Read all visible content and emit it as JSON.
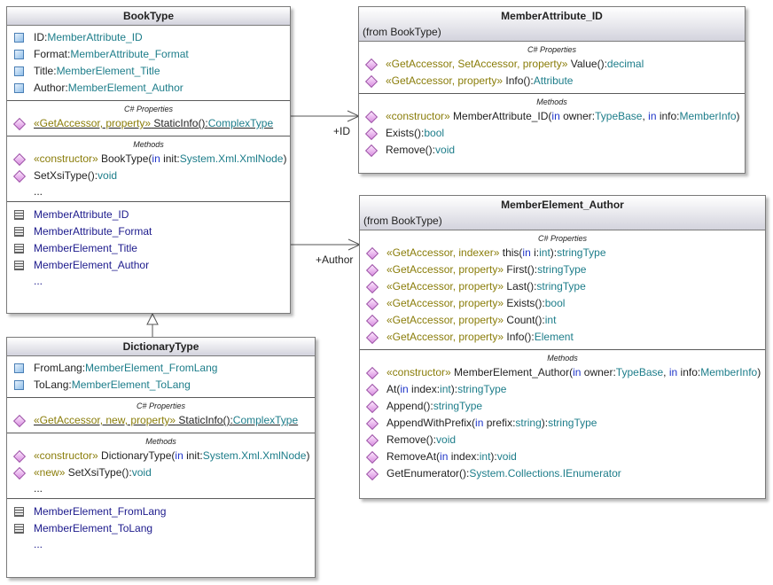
{
  "classes": {
    "booktype": {
      "title": "BookType",
      "attributes": [
        {
          "name": "ID:",
          "type": "MemberAttribute_ID"
        },
        {
          "name": "Format:",
          "type": "MemberAttribute_Format"
        },
        {
          "name": "Title:",
          "type": "MemberElement_Title"
        },
        {
          "name": "Author:",
          "type": "MemberElement_Author"
        }
      ],
      "properties_title": "C# Properties",
      "properties": [
        {
          "stereo": "«GetAccessor, property»",
          "name": " StaticInfo():",
          "type": "ComplexType"
        }
      ],
      "methods_title": "Methods",
      "methods": [
        {
          "stereo": "«constructor»",
          "name": " BookType(",
          "kw": "in",
          "param": " init:",
          "ptype": "System.Xml.XmlNode",
          "close": ")"
        },
        {
          "name": "SetXsiType():",
          "type": "void"
        }
      ],
      "methods_more": "...",
      "associations": [
        "MemberAttribute_ID",
        "MemberAttribute_Format",
        "MemberElement_Title",
        "MemberElement_Author"
      ],
      "assoc_more": "..."
    },
    "dictionarytype": {
      "title": "DictionaryType",
      "attributes": [
        {
          "name": "FromLang:",
          "type": "MemberElement_FromLang"
        },
        {
          "name": "ToLang:",
          "type": "MemberElement_ToLang"
        }
      ],
      "properties_title": "C# Properties",
      "properties": [
        {
          "stereo": "«GetAccessor, new, property»",
          "name": " StaticInfo():",
          "type": "ComplexType"
        }
      ],
      "methods_title": "Methods",
      "methods": [
        {
          "stereo": "«constructor»",
          "name": " DictionaryType(",
          "kw": "in",
          "param": " init:",
          "ptype": "System.Xml.XmlNode",
          "close": ")"
        },
        {
          "stereo": "«new»",
          "name": " SetXsiType():",
          "type": "void"
        }
      ],
      "methods_more": "...",
      "associations": [
        "MemberElement_FromLang",
        "MemberElement_ToLang"
      ],
      "assoc_more": "..."
    },
    "memberattribute_id": {
      "title": "MemberAttribute_ID",
      "from": "(from BookType)",
      "properties_title": "C# Properties",
      "properties": [
        {
          "stereo": "«GetAccessor, SetAccessor, property»",
          "name": " Value():",
          "type": "decimal"
        },
        {
          "stereo": "«GetAccessor, property»",
          "name": " Info():",
          "type": "Attribute"
        }
      ],
      "methods_title": "Methods",
      "methods": [
        {
          "stereo": "«constructor»",
          "name": " MemberAttribute_ID(",
          "kw": "in",
          "param": " owner:",
          "ptype": "TypeBase",
          "sep": ", ",
          "kw2": "in",
          "param2": " info:",
          "ptype2": "MemberInfo",
          "close": ")"
        },
        {
          "name": "Exists():",
          "type": "bool"
        },
        {
          "name": "Remove():",
          "type": "void"
        }
      ]
    },
    "memberelement_author": {
      "title": "MemberElement_Author",
      "from": "(from BookType)",
      "properties_title": "C# Properties",
      "properties": [
        {
          "stereo": "«GetAccessor, indexer»",
          "name": " this(",
          "kw": "in",
          "param": " i:",
          "ptype": "int",
          "close": "):",
          "type": "stringType"
        },
        {
          "stereo": "«GetAccessor, property»",
          "name": " First():",
          "type": "stringType"
        },
        {
          "stereo": "«GetAccessor, property»",
          "name": " Last():",
          "type": "stringType"
        },
        {
          "stereo": "«GetAccessor, property»",
          "name": " Exists():",
          "type": "bool"
        },
        {
          "stereo": "«GetAccessor, property»",
          "name": " Count():",
          "type": "int"
        },
        {
          "stereo": "«GetAccessor, property»",
          "name": " Info():",
          "type": "Element"
        }
      ],
      "methods_title": "Methods",
      "methods": [
        {
          "stereo": "«constructor»",
          "name": " MemberElement_Author(",
          "kw": "in",
          "param": " owner:",
          "ptype": "TypeBase",
          "sep": ", ",
          "kw2": "in",
          "param2": " info:",
          "ptype2": "MemberInfo",
          "close": ")"
        },
        {
          "name": "At(",
          "kw": "in",
          "param": " index:",
          "ptype": "int",
          "close": "):",
          "type": "stringType"
        },
        {
          "name": "Append():",
          "type": "stringType"
        },
        {
          "name": "AppendWithPrefix(",
          "kw": "in",
          "param": " prefix:",
          "ptype": "string",
          "close": "):",
          "type": "stringType"
        },
        {
          "name": "Remove():",
          "type": "void"
        },
        {
          "name": "RemoveAt(",
          "kw": "in",
          "param": " index:",
          "ptype": "int",
          "close": "):",
          "type": "void"
        },
        {
          "name": "GetEnumerator():",
          "type": "System.Collections.IEnumerator"
        }
      ]
    }
  },
  "links": {
    "id_label": "+ID",
    "author_label": "+Author"
  }
}
